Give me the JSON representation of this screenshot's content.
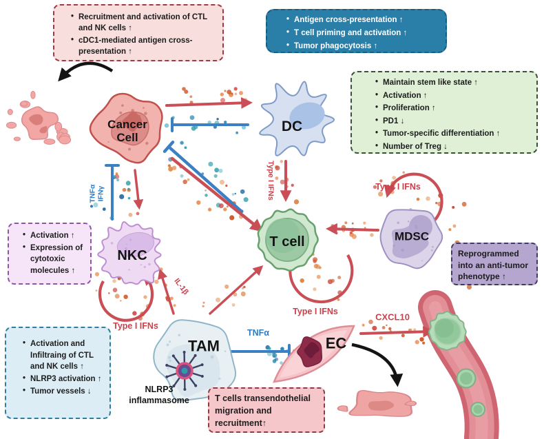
{
  "boxes": {
    "cancer_effects": {
      "items": [
        "Recruitment and activation of CTL and NK cells ↑",
        "cDC1-mediated antigen cross-presentation ↑"
      ]
    },
    "dc_effects": {
      "items": [
        "Antigen cross-presentation ↑",
        "T cell priming and activation ↑",
        "Tumor phagocytosis ↑"
      ]
    },
    "tcell_effects": {
      "items": [
        "Maintain stem like state ↑",
        "Activation ↑",
        "Proliferation ↑",
        "PD1 ↓",
        "Tumor-specific differentiation ↑",
        "Number of Treg ↓"
      ]
    },
    "nkc_effects": {
      "items": [
        "Activation ↑",
        "Expression of cytotoxic molecules ↑"
      ]
    },
    "mdsc_effects": {
      "text": "Reprogrammed into an anti-tumor phenotype ↑"
    },
    "tam_effects": {
      "items": [
        "Activation and Infiltraing of CTL and NK cells ↑",
        "NLRP3 activation ↑",
        "Tumor vessels ↓"
      ]
    },
    "ec_effects": {
      "text": "T cells transendothelial migration and recruitment↑"
    }
  },
  "cells": {
    "cancer": {
      "label": "Cancer Cell"
    },
    "dc": {
      "label": "DC"
    },
    "tcell": {
      "label": "T cell"
    },
    "nkc": {
      "label": "NKC"
    },
    "mdsc": {
      "label": "MDSC"
    },
    "tam": {
      "label": "TAM"
    },
    "ec": {
      "label": "EC"
    },
    "tam_caption": "NLRP3 inflammasome"
  },
  "arrow_labels": {
    "tnfa": "TNFα",
    "ifng": "IFNγ",
    "type1_dc": "Type I IFNs",
    "type1_tcell": "Type I IFNs",
    "type1_mdsc": "Type I IFNs",
    "type1_nkc": "Type I IFNs",
    "il1b": "IL-1β",
    "tnfa_ec": "TNFα",
    "cxcl10": "CXCL10"
  },
  "colors": {
    "stimulatory_arrow": "#c94e55",
    "inhibitory_arrow": "#3b80c3",
    "warm_dots": "#d9622b",
    "cool_dots": "#2f86b4",
    "blue_box_bg": "#2a7fa9",
    "green_box_bg": "#dff0d6",
    "pink_box_bg": "#f8dedd",
    "purple_box_bg": "#b5a6d0",
    "cyan_box_bg": "#dcedf5"
  }
}
